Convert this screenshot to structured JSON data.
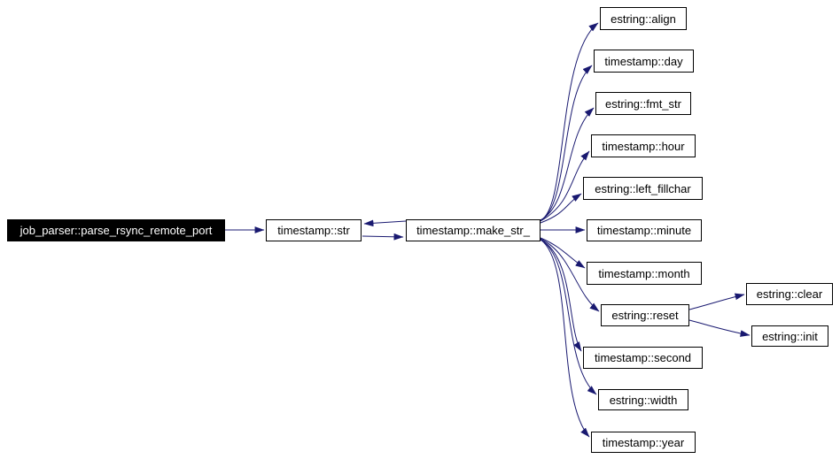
{
  "diagram": {
    "kind": "doxygen-call-graph",
    "root": "job_parser::parse_rsync_remote_port"
  },
  "colors": {
    "background": "#ffffff",
    "edge": "#191970",
    "node_border": "#000000",
    "node_fill": "#ffffff",
    "node_text": "#000000",
    "root_fill": "#000000",
    "root_text": "#ffffff"
  },
  "nodes": [
    {
      "label": "job_parser::parse_rsync_remote_port",
      "role": "root"
    },
    {
      "label": "timestamp::str"
    },
    {
      "label": "timestamp::make_str_"
    },
    {
      "label": "estring::align"
    },
    {
      "label": "timestamp::day"
    },
    {
      "label": "estring::fmt_str"
    },
    {
      "label": "timestamp::hour"
    },
    {
      "label": "estring::left_fillchar"
    },
    {
      "label": "timestamp::minute"
    },
    {
      "label": "timestamp::month"
    },
    {
      "label": "estring::reset"
    },
    {
      "label": "timestamp::second"
    },
    {
      "label": "estring::width"
    },
    {
      "label": "timestamp::year"
    },
    {
      "label": "estring::clear"
    },
    {
      "label": "estring::init"
    }
  ],
  "edges": [
    {
      "from": "job_parser::parse_rsync_remote_port",
      "to": "timestamp::str"
    },
    {
      "from": "timestamp::make_str_",
      "to": "timestamp::str"
    },
    {
      "from": "timestamp::str",
      "to": "timestamp::make_str_"
    },
    {
      "from": "timestamp::make_str_",
      "to": "estring::align"
    },
    {
      "from": "timestamp::make_str_",
      "to": "timestamp::day"
    },
    {
      "from": "timestamp::make_str_",
      "to": "estring::fmt_str"
    },
    {
      "from": "timestamp::make_str_",
      "to": "timestamp::hour"
    },
    {
      "from": "timestamp::make_str_",
      "to": "estring::left_fillchar"
    },
    {
      "from": "timestamp::make_str_",
      "to": "timestamp::minute"
    },
    {
      "from": "timestamp::make_str_",
      "to": "timestamp::month"
    },
    {
      "from": "timestamp::make_str_",
      "to": "estring::reset"
    },
    {
      "from": "timestamp::make_str_",
      "to": "timestamp::second"
    },
    {
      "from": "timestamp::make_str_",
      "to": "estring::width"
    },
    {
      "from": "timestamp::make_str_",
      "to": "timestamp::year"
    },
    {
      "from": "estring::reset",
      "to": "estring::clear"
    },
    {
      "from": "estring::reset",
      "to": "estring::init"
    }
  ]
}
